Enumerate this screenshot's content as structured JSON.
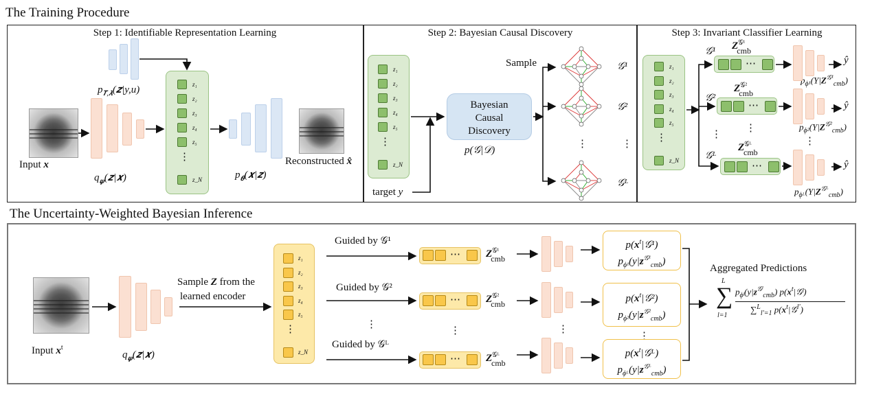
{
  "training": {
    "title": "The Training Procedure",
    "step1": {
      "title": "Step 1: Identifiable Representation Learning",
      "prior": "p_{T,λ}(z|y,u)",
      "input": "Input x",
      "encoder": "q_ψ(z|x)",
      "decoder": "p_θ(x|z)",
      "reconstructed": "Reconstructed x̂"
    },
    "step2": {
      "title": "Step 2: Bayesian Causal Discovery",
      "box": [
        "Bayesian",
        "Causal",
        "Discovery"
      ],
      "posterior": "p(𝒢|𝒟)",
      "target": "target y",
      "sample": "Sample",
      "graphs": [
        "𝒢¹",
        "𝒢²",
        "𝒢ᴸ"
      ]
    },
    "step3": {
      "title": "Step 3: Invariant Classifier Learning",
      "rows": [
        {
          "g": "𝒢¹",
          "z": "Z_cmb^{𝒢¹}",
          "cls": "p_{ϕ¹}(Y|Z_cmb^{𝒢¹})",
          "out": "ŷ"
        },
        {
          "g": "𝒢²",
          "z": "Z_cmb^{𝒢²}",
          "cls": "p_{ϕ²}(Y|Z_cmb^{𝒢²})",
          "out": "ŷ"
        },
        {
          "g": "𝒢ᴸ",
          "z": "Z_cmb^{𝒢ᴸ}",
          "cls": "p_{ϕᴸ}(Y|Z_cmb^{𝒢ᴸ})",
          "out": "ŷ"
        }
      ]
    },
    "latents": [
      "Z₁",
      "Z₂",
      "Z₃",
      "Z₄",
      "Z₅",
      "⋮",
      "Z_N"
    ]
  },
  "inference": {
    "title": "The Uncertainty-Weighted Bayesian Inference",
    "input": "Input xᵗ",
    "encoder": "q_ψ(z|x)",
    "sample_text": [
      "Sample Z from the",
      "learned encoder"
    ],
    "rows": [
      {
        "guided": "Guided by 𝒢¹",
        "z": "Z_cmb^{𝒢¹}",
        "p1": "p(xᵗ|𝒢¹)",
        "p2": "p_{ϕ¹}(y|z_cmb^{𝒢¹})"
      },
      {
        "guided": "Guided by 𝒢²",
        "z": "Z_cmb^{𝒢²}",
        "p1": "p(xᵗ|𝒢²)",
        "p2": "p_{ϕ²}(y|z_cmb^{𝒢²})"
      },
      {
        "guided": "Guided by 𝒢ᴸ",
        "z": "Z_cmb^{𝒢ᴸ}",
        "p1": "p(xᵗ|𝒢ᴸ)",
        "p2": "p_{ϕᴸ}(y|z_cmb^{𝒢ᴸ})"
      }
    ],
    "aggregated": "Aggregated Predictions",
    "formula": "Σ_{l=1}^{L} p_{ϕˡ}(y|z_cmb^{𝒢ˡ}) p(xᵗ|𝒢ˡ) / Σ_{l'=1}^{L} p(xᵗ|𝒢^{l'})"
  },
  "colors": {
    "green": "#8dbf6c",
    "yellow": "#f9c74a",
    "orange": "#fbe0d2",
    "blue": "#dbe7f5"
  }
}
